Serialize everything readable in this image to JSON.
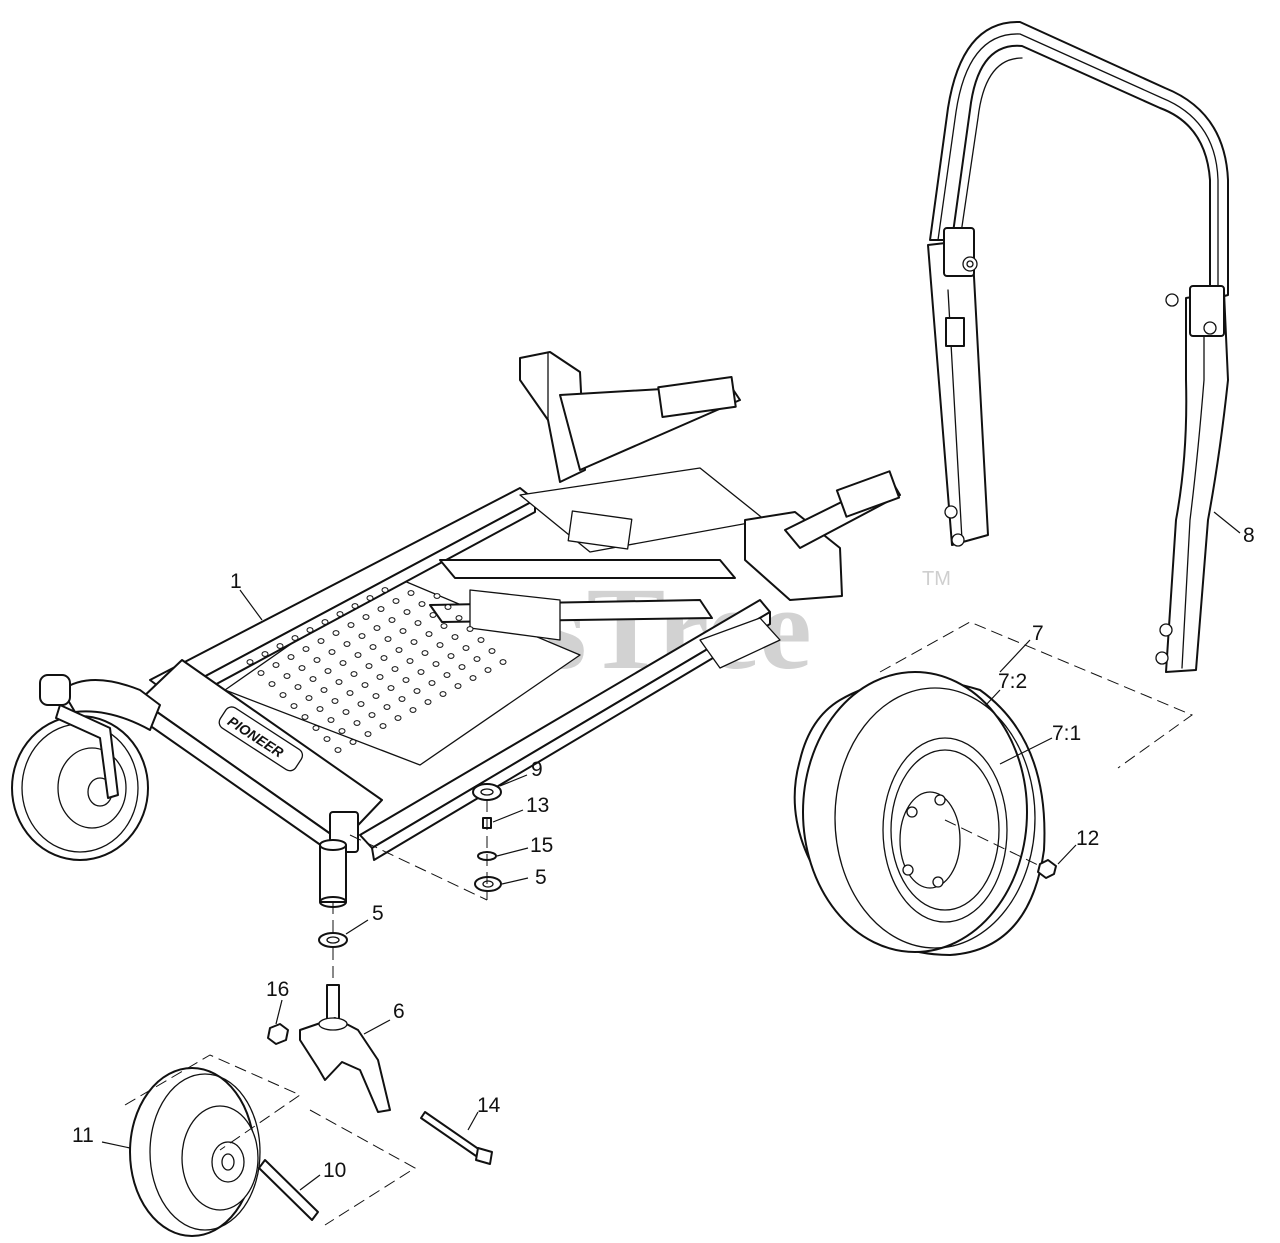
{
  "watermark": {
    "text": "PartsTree",
    "trademark": "TM"
  },
  "brand_decal": "PIONEER",
  "callouts": [
    {
      "id": "c1",
      "text": "1"
    },
    {
      "id": "c9",
      "text": "9"
    },
    {
      "id": "c13",
      "text": "13"
    },
    {
      "id": "c15",
      "text": "15"
    },
    {
      "id": "c5a",
      "text": "5"
    },
    {
      "id": "c5b",
      "text": "5"
    },
    {
      "id": "c16",
      "text": "16"
    },
    {
      "id": "c6",
      "text": "6"
    },
    {
      "id": "c14",
      "text": "14"
    },
    {
      "id": "c11",
      "text": "11"
    },
    {
      "id": "c10",
      "text": "10"
    },
    {
      "id": "c7",
      "text": "7"
    },
    {
      "id": "c72",
      "text": "7:2"
    },
    {
      "id": "c71",
      "text": "7:1"
    },
    {
      "id": "c12",
      "text": "12"
    },
    {
      "id": "c8",
      "text": "8"
    }
  ]
}
